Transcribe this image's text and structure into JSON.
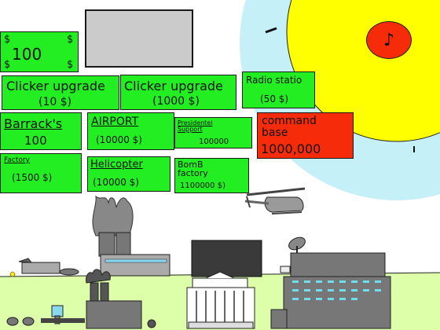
{
  "money": {
    "amount": "100",
    "symbol": "$"
  },
  "shop": {
    "clicker_upgrade_1": {
      "name": "Clicker upgrade",
      "price": "(10 $)"
    },
    "clicker_upgrade_2": {
      "name": "Clicker upgrade",
      "price": "(1000 $)"
    },
    "radio_station": {
      "name": "Radio statio",
      "price": "(50 $)"
    },
    "barracks": {
      "name": "Barrack's",
      "price": "100"
    },
    "airport": {
      "name": "AIRPORT",
      "price": "(10000 $)"
    },
    "presidential_support": {
      "name": "Presidentel Support",
      "price": "100000"
    },
    "command_base": {
      "name": "command base",
      "price": "1000,000"
    },
    "factory": {
      "name": "Factory",
      "price": "(1500 $)"
    },
    "helicopter": {
      "name": "Helicopter",
      "price": "(10000 $)"
    },
    "bomb_factory": {
      "name": "BomB factory",
      "price": "1100000 $)"
    }
  },
  "music_toggle": {
    "glyph": "♪"
  },
  "colors": {
    "button_green": "#22ee22",
    "command_red": "#f52b0a",
    "sun_yellow": "#ffff00",
    "sky_blue": "#c6f0f7",
    "ground_green": "#ddffaa",
    "screen_gray": "#cbcbcb"
  }
}
